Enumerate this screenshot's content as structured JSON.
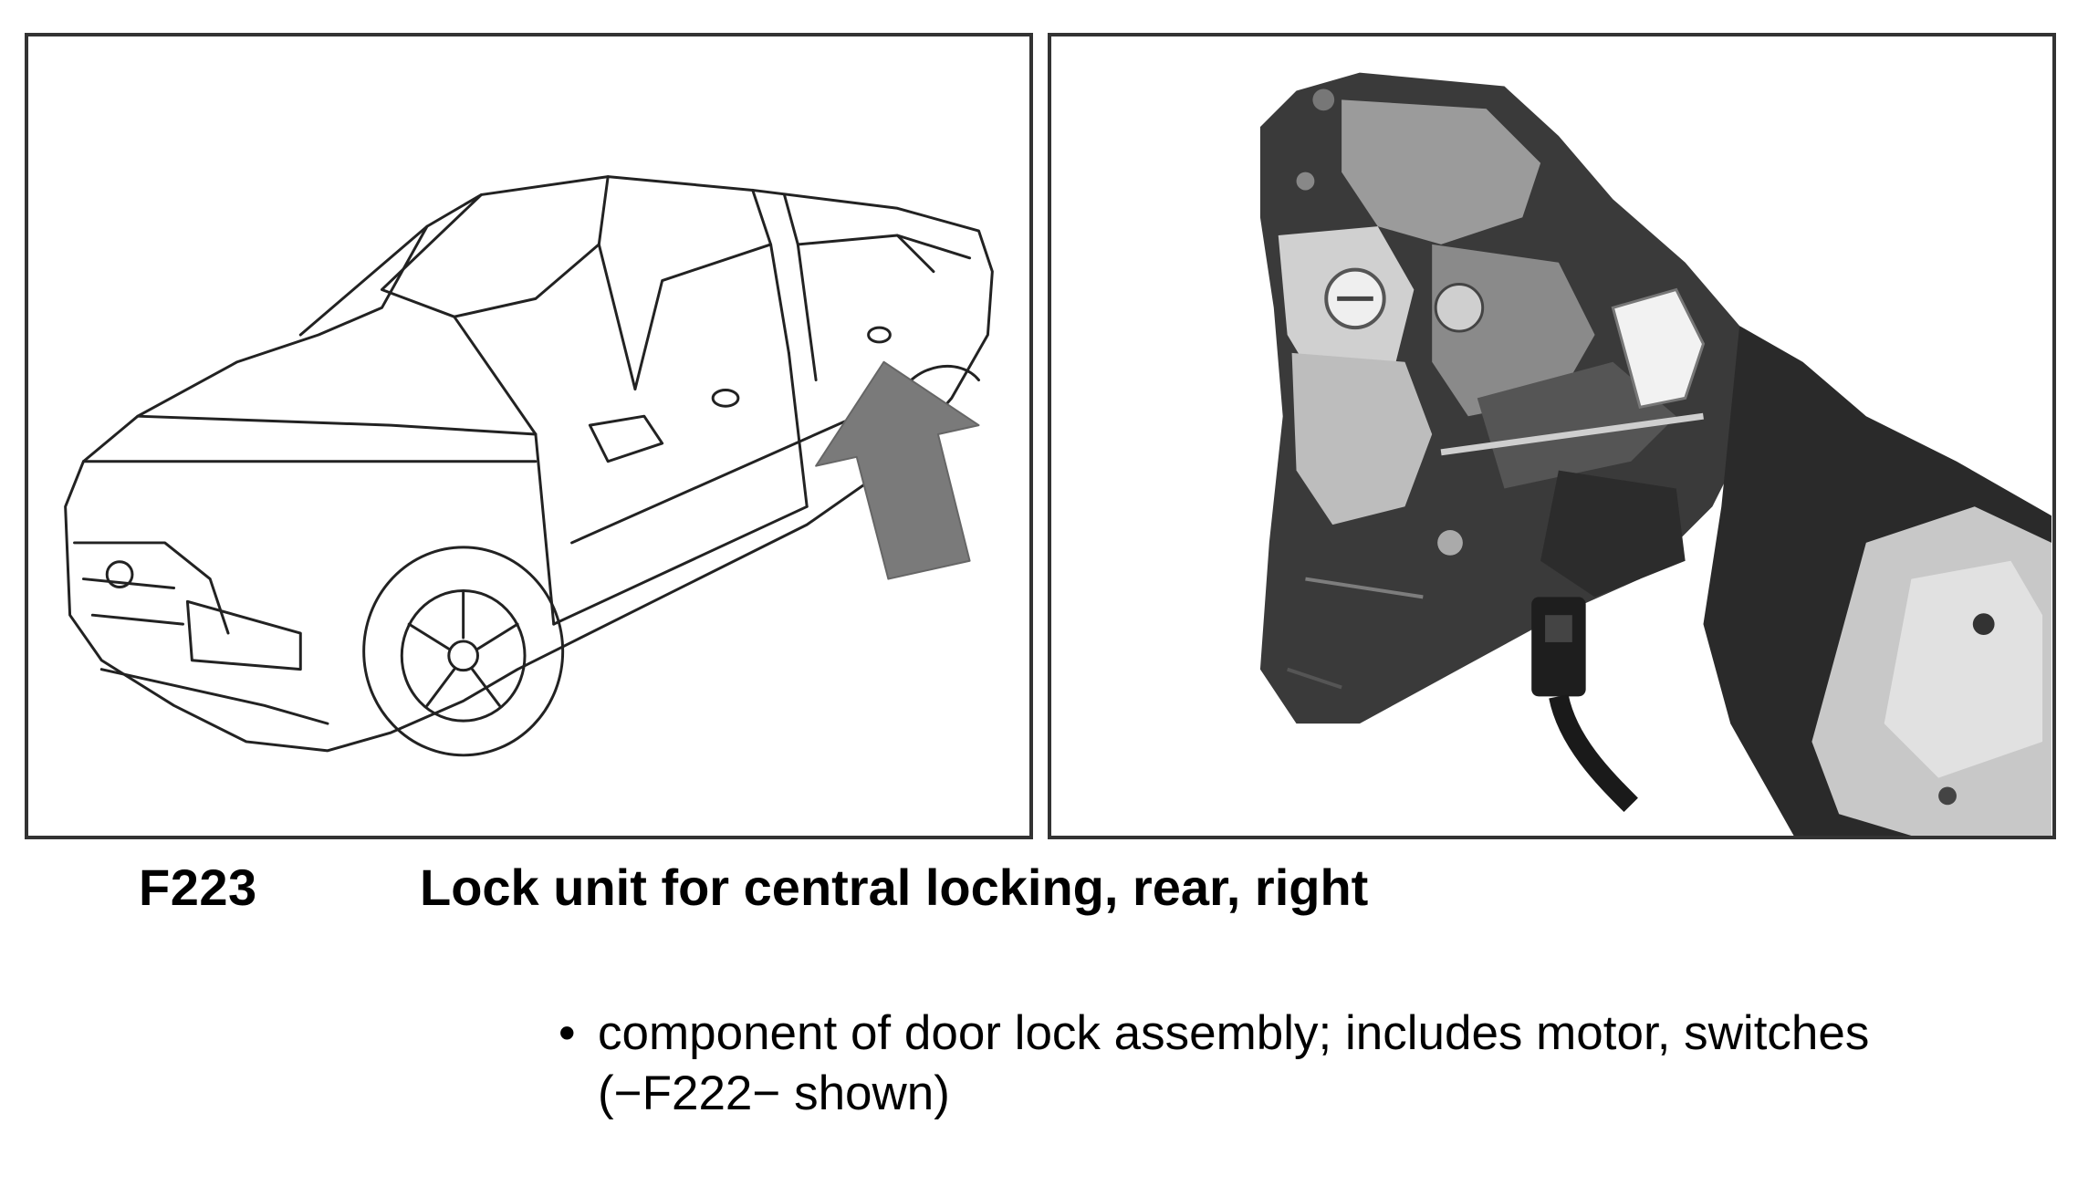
{
  "figure": {
    "left_illustration": {
      "icon": "sedan-line-drawing-with-arrow",
      "arrow_color": "#7a7a7a"
    },
    "right_photo": {
      "icon": "door-lock-assembly-photo"
    }
  },
  "caption": {
    "code": "F223",
    "title": "Lock unit for central locking, rear, right"
  },
  "notes": {
    "bullet": "•",
    "text": "component of door lock assembly; includes motor, switches (−F222− shown)"
  }
}
